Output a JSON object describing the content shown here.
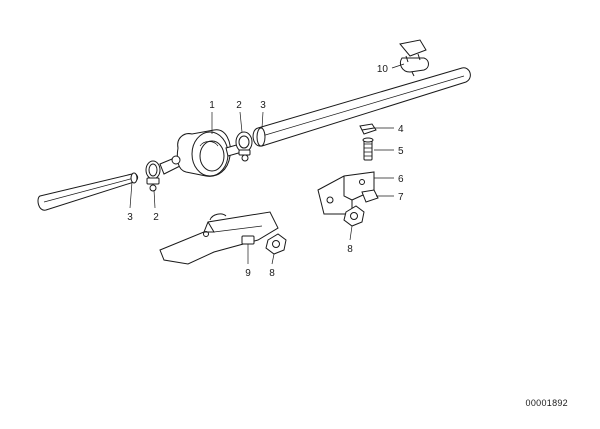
{
  "diagram": {
    "callouts": {
      "c1": "1",
      "c2a": "2",
      "c3a": "3",
      "c4": "4",
      "c5": "5",
      "c6": "6",
      "c7": "7",
      "c8a": "8",
      "c10": "10",
      "c3b": "3",
      "c2b": "2",
      "c9": "9",
      "c8b": "8"
    },
    "document_number": "00001892"
  }
}
